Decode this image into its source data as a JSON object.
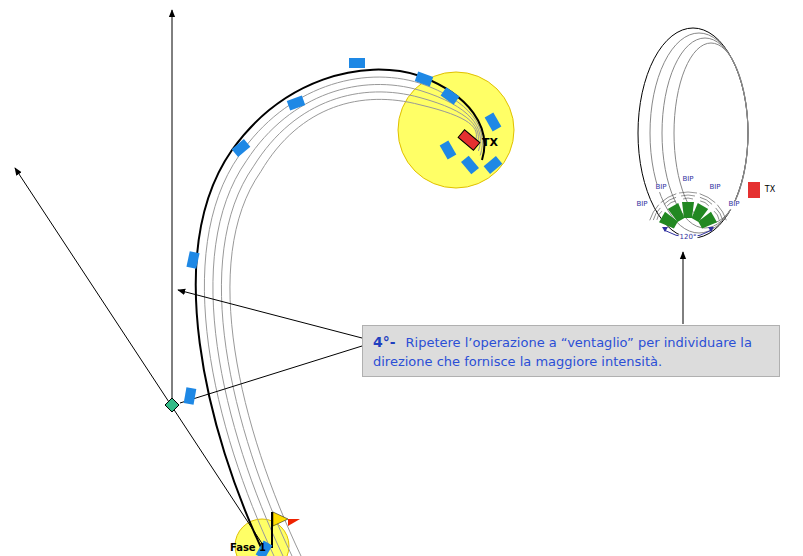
{
  "diagram": {
    "nodes": [
      {
        "text": [
          "4°-",
          "Ripetere l’operazione a “ventaglio” per individuare la direzione che fornisce la maggiore intensità."
        ]
      }
    ],
    "labels": [
      "TX",
      "Fase 1",
      "TX",
      "BIP",
      "BIP",
      "BIP",
      "BIP",
      "BIP",
      "120°"
    ]
  }
}
